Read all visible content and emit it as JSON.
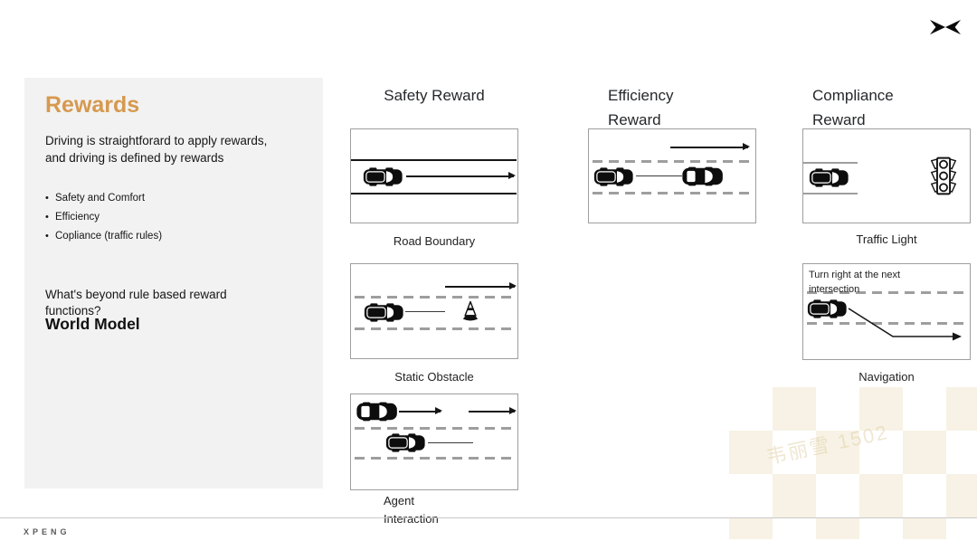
{
  "icons": {
    "brand_logo": "xpeng-x-logo",
    "car_single_window": "car-top-view-icon",
    "car_double_window": "car-top-view-two-window-icon",
    "traffic_cone": "traffic-cone-icon",
    "traffic_light": "traffic-light-icon"
  },
  "colors": {
    "accent_orange": "#D6994F",
    "panel_bg": "#F2F2F2",
    "ink": "#1C1C1C",
    "box_border": "#9E9E9E",
    "footer_rule": "#C9C9C9"
  },
  "panel": {
    "title": "Rewards",
    "intro_line1": "Driving is straightforard to apply rewards,",
    "intro_line2": "and driving is defined by rewards",
    "bullet_glyph": "•",
    "bullets": [
      {
        "label": "Safety and Comfort"
      },
      {
        "label": "Efficiency"
      },
      {
        "label": "Copliance (traffic rules)"
      }
    ],
    "question_line1": "What's beyond rule based reward",
    "question_line2": "functions?",
    "answer": "World Model"
  },
  "safety": {
    "title": "Safety Reward",
    "diagram1_label": "Road Boundary",
    "diagram2_label": "Static Obstacle",
    "diagram3_label_line1": "Agent",
    "diagram3_label_line2": "Interaction"
  },
  "efficiency": {
    "title_line1": "Efficiency",
    "title_line2": "Reward"
  },
  "compliance": {
    "title_line1": "Compliance",
    "title_line2": "Reward",
    "diagram1_label": "Traffic Light",
    "diagram2_label": "Navigation",
    "diagram2_note_line1": "Turn right at the next",
    "diagram2_note_line2": "intersection"
  },
  "footer": {
    "wordmark": "XPENG"
  },
  "watermark": {
    "text": "韦丽雪 1502"
  }
}
